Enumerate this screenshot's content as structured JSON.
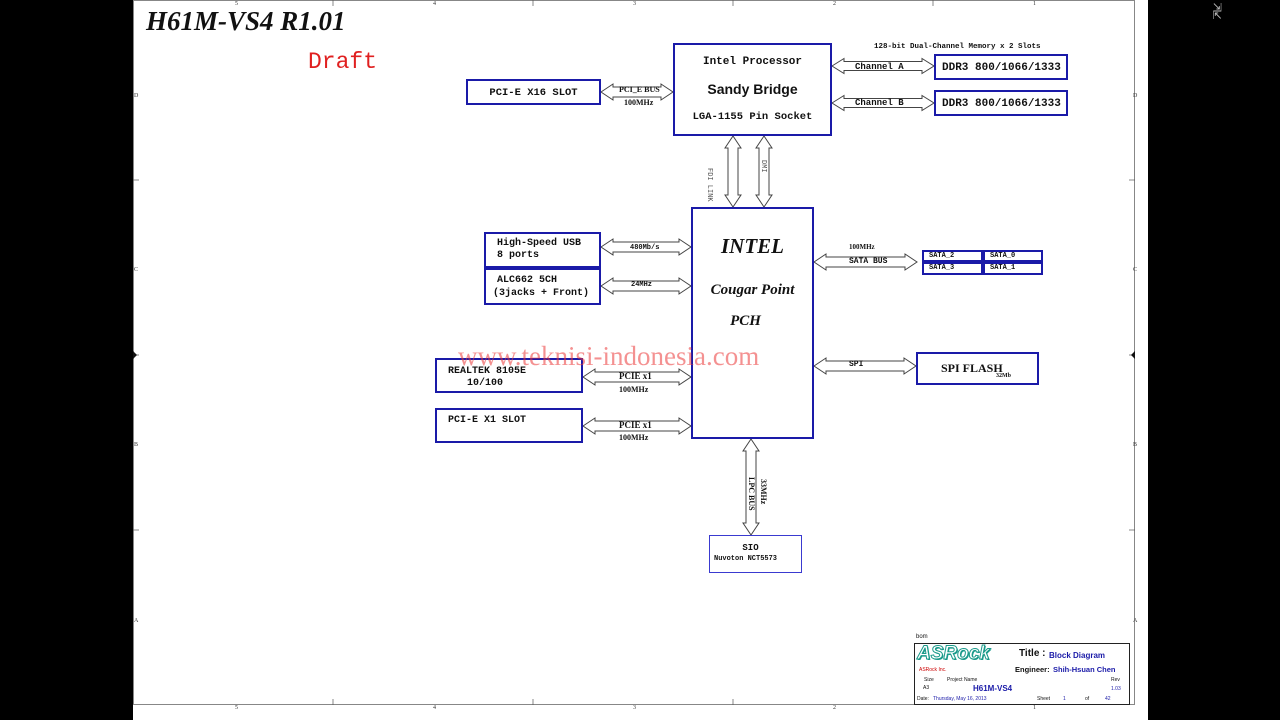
{
  "header": {
    "title": "H61M-VS4 R1.01",
    "draft": "Draft"
  },
  "cpu": {
    "line1": "Intel Processor",
    "line2": "Sandy Bridge",
    "line3": "LGA-1155 Pin Socket"
  },
  "memory": {
    "caption": "128-bit Dual-Channel Memory x 2 Slots",
    "channel_a": "Channel A",
    "channel_b": "Channel B",
    "slot_a": "DDR3 800/1066/1333",
    "slot_b": "DDR3 800/1066/1333"
  },
  "pcie_x16": {
    "label": "PCI-E X16 SLOT",
    "bus": "PCI_E BUS",
    "speed": "100MHz"
  },
  "links": {
    "fdi": "FDI LINK",
    "dmi": "DMI"
  },
  "pch": {
    "line1": "INTEL",
    "line2": "Cougar Point",
    "line3": "PCH"
  },
  "usb": {
    "line1": "High-Speed USB",
    "line2": "8 ports",
    "speed": "480Mb/s"
  },
  "audio": {
    "line1": "ALC662 5CH",
    "line2": "(3jacks + Front)",
    "speed": "24MHz"
  },
  "lan": {
    "line1": "REALTEK 8105E",
    "line2": "10/100",
    "bus": "PCIE x1",
    "speed": "100MHz"
  },
  "pcie_x1": {
    "label": "PCI-E X1 SLOT",
    "bus": "PCIE x1",
    "speed": "100MHz"
  },
  "sata": {
    "speed": "100MHz",
    "bus": "SATA BUS",
    "ports": [
      "SATA_2",
      "SATA_0",
      "SATA_3",
      "SATA_1"
    ]
  },
  "spi": {
    "bus": "SPI",
    "label": "SPI FLASH",
    "size": "32Mb"
  },
  "lpc": {
    "bus": "LPC BUS",
    "speed": "33MHz"
  },
  "sio": {
    "line1": "SIO",
    "line2": "Nuvoton NCT5573"
  },
  "watermark": "www.teknisi-indonesia.com",
  "title_block": {
    "bom": "bom",
    "logo": "ASRock",
    "company": "ASRock Inc.",
    "title_label": "Title :",
    "title_value": "Block Diagram",
    "engineer_label": "Engineer:",
    "engineer_value": "Shih-Hsuan Chen",
    "size_label": "Size",
    "size_value": "A3",
    "project_label": "Project Name",
    "project_value": "H61M-VS4",
    "rev_label": "Rev",
    "rev_value": "1.03",
    "date_label": "Date:",
    "date_value": "Thursday, May 16, 2013",
    "sheet_label": "Sheet",
    "sheet_value": "1",
    "of_label": "of",
    "of_value": "42"
  },
  "border": {
    "top_numbers": [
      "5",
      "4",
      "3",
      "2",
      "1"
    ],
    "bottom_numbers": [
      "5",
      "4",
      "3",
      "2",
      "1"
    ],
    "side_letters": [
      "D",
      "C",
      "B",
      "A"
    ]
  }
}
